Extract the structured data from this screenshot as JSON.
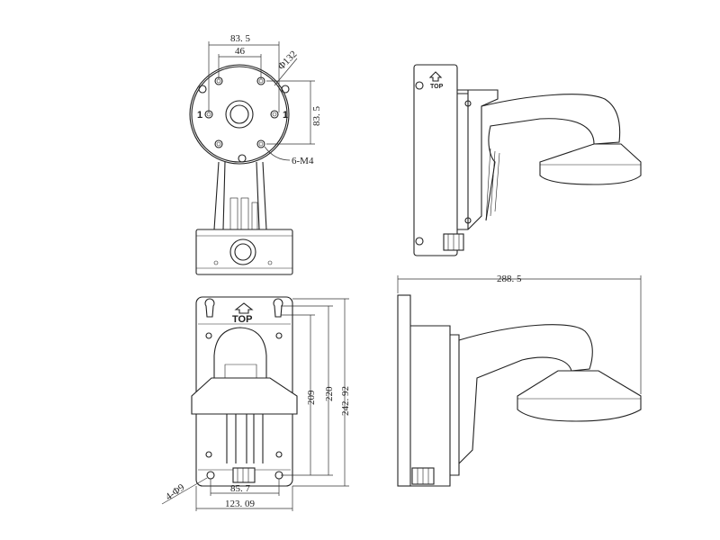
{
  "top_view": {
    "dim_width": "83. 5",
    "dim_inner": "46",
    "dim_diameter": "Φ132",
    "dim_height": "83. 5",
    "hole_label_left": "1",
    "hole_label_right": "1",
    "screw_label": "6-M4"
  },
  "side_view_top": {
    "top_label": "TOP"
  },
  "front_view": {
    "top_label": "TOP",
    "dim_209": "209",
    "dim_220": "220",
    "dim_242": "242. 92",
    "dim_85": "85. 7",
    "dim_123": "123. 09",
    "hole_label": "4-Φ9"
  },
  "side_view_bottom": {
    "dim_length": "288. 5"
  }
}
